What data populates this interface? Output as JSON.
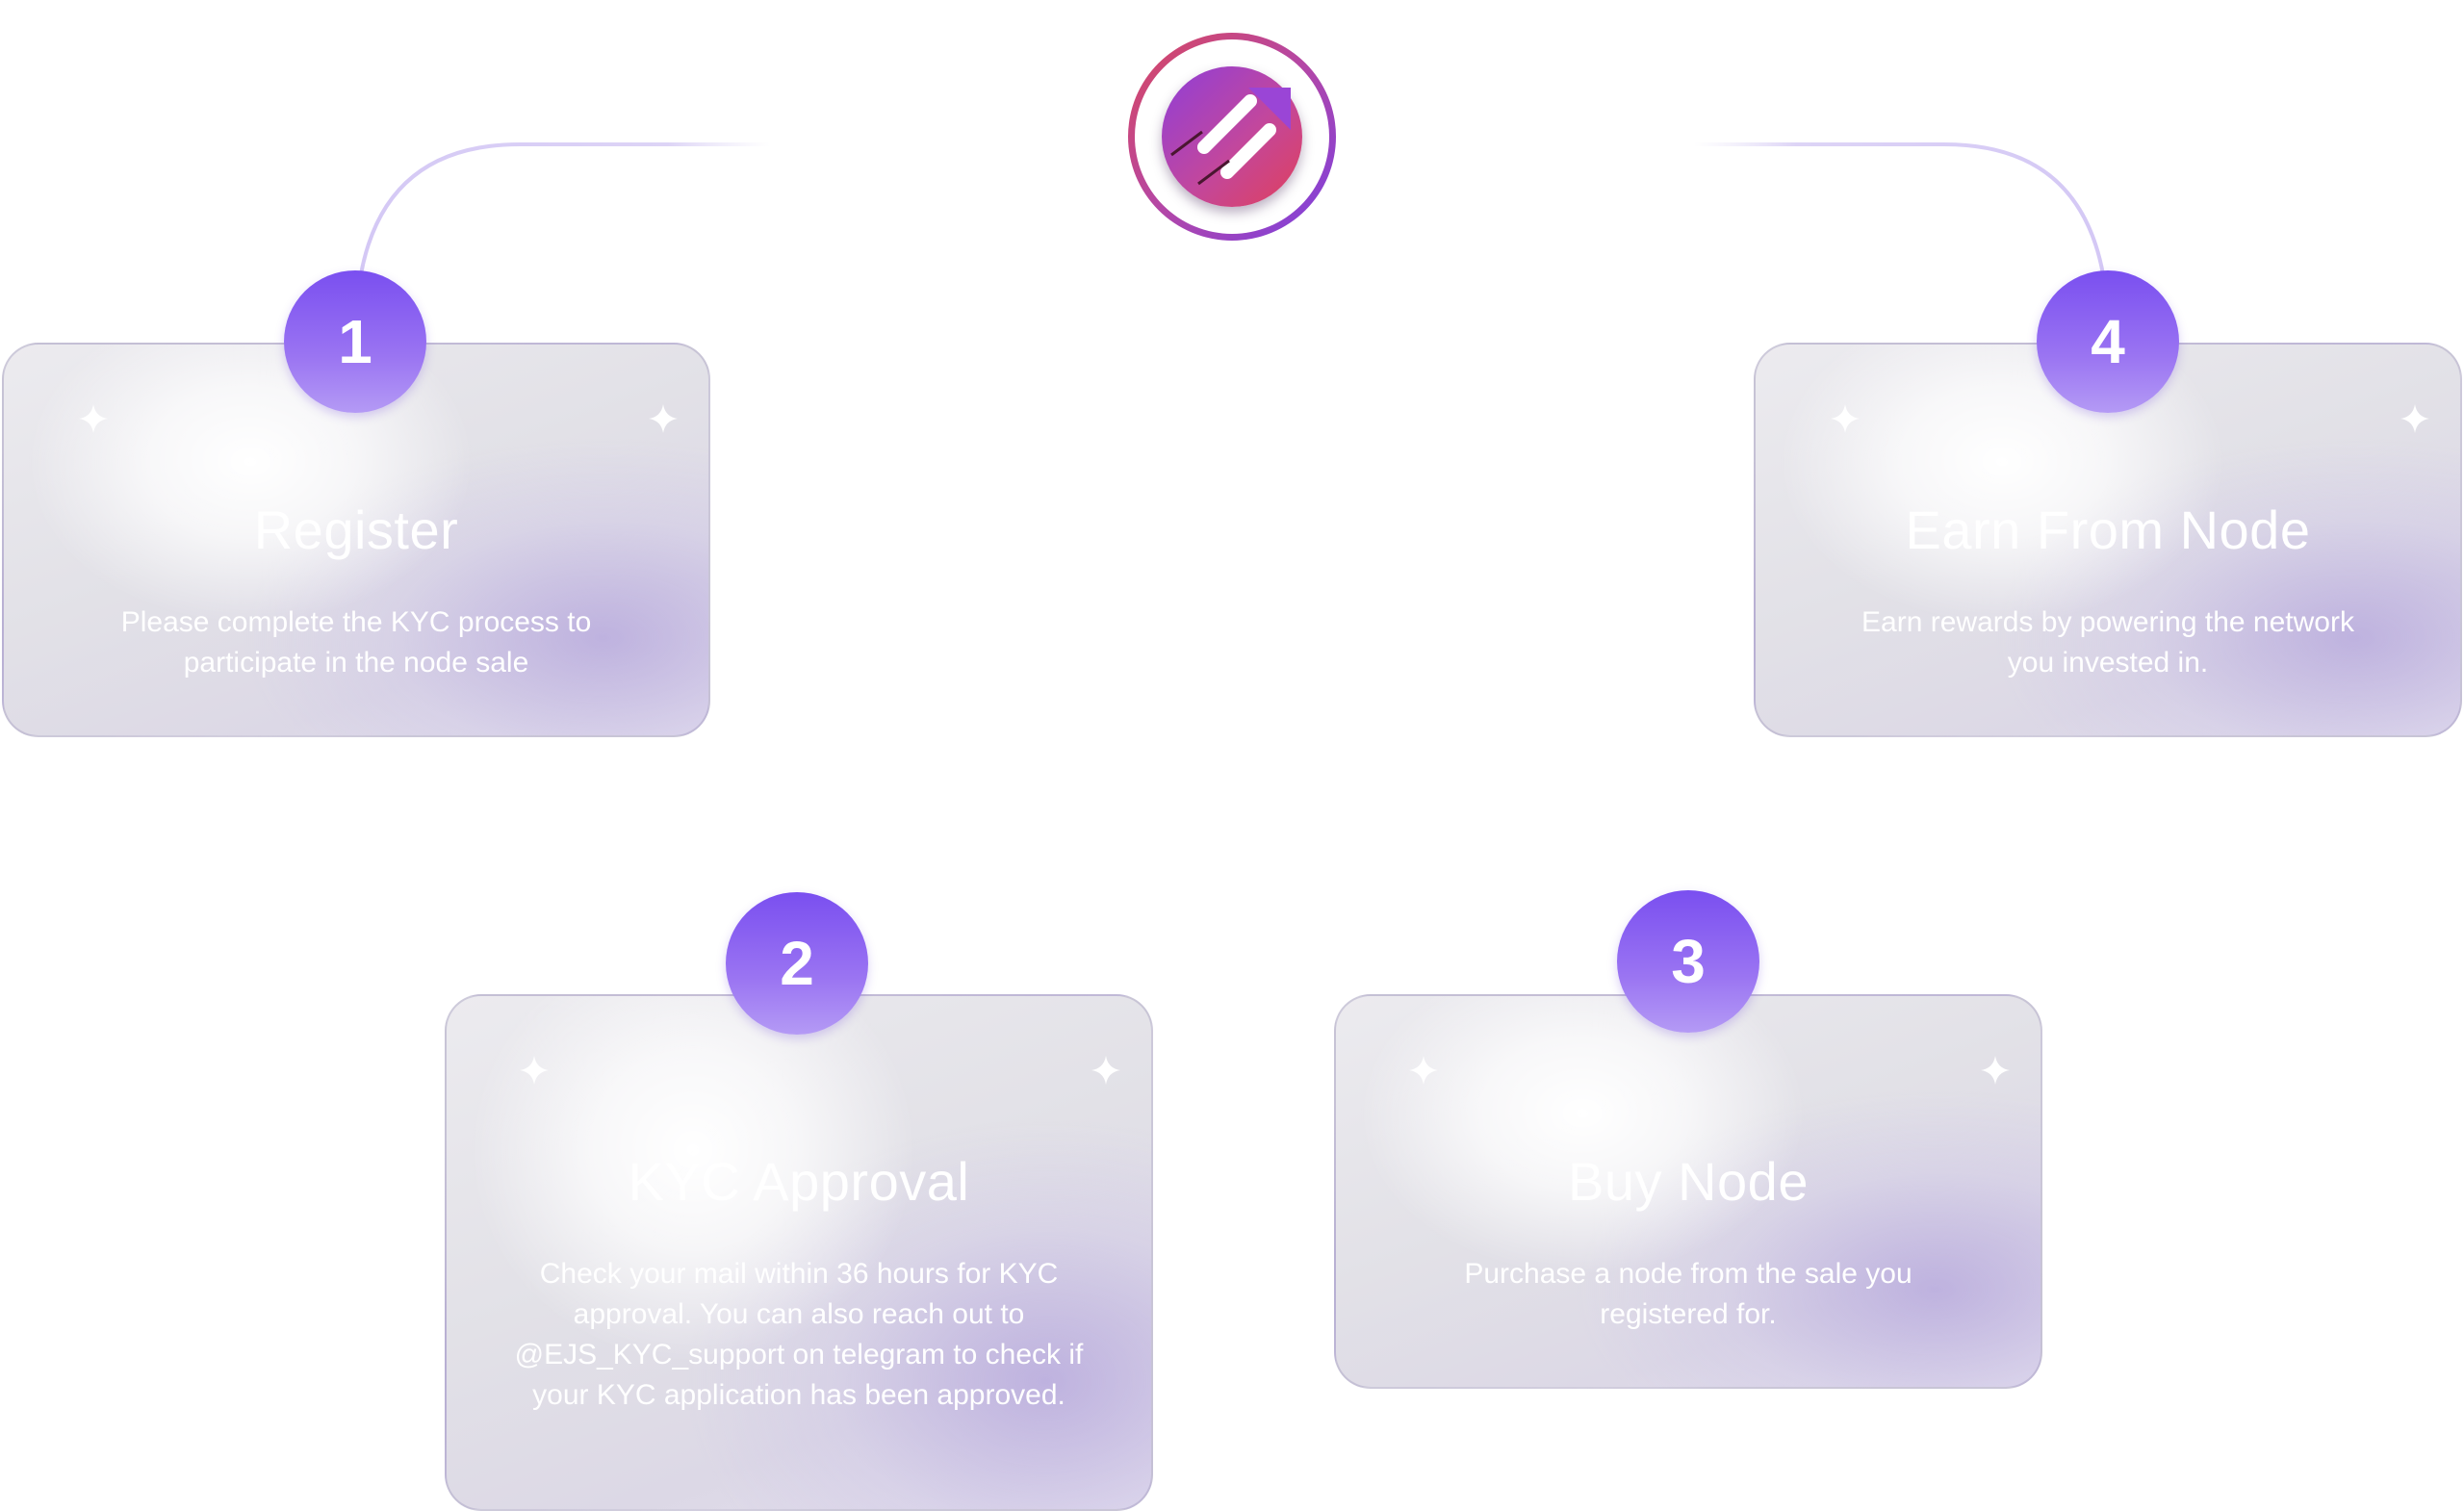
{
  "steps": [
    {
      "number": "1",
      "title": "Register",
      "description": "Please complete the KYC process to participate in the node sale"
    },
    {
      "number": "2",
      "title": "KYC Approval",
      "description": "Check your mail within 36 hours for KYC approval. You can also reach out to @EJS_KYC_support on telegram to check if your KYC application has been approved."
    },
    {
      "number": "3",
      "title": "Buy Node",
      "description": "Purchase a node from the sale you registered for."
    },
    {
      "number": "4",
      "title": "Earn From Node",
      "description": "Earn rewards by powering the network you invested in."
    }
  ],
  "icons": {
    "logo": "arrow-up-right-logo-icon",
    "sparkle": "four-point-star-icon"
  },
  "colors": {
    "badge": "#8b5cf6",
    "logo_ring_start": "#d9475f",
    "logo_ring_end": "#7a3fe2",
    "text": "#ffffff"
  }
}
